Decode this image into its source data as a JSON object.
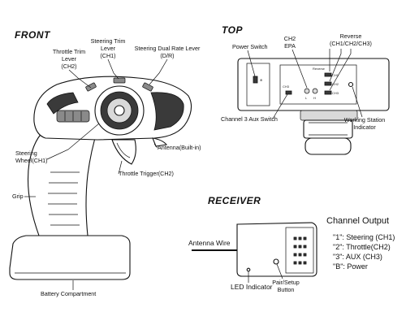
{
  "sections": {
    "front": "FRONT",
    "top": "TOP",
    "receiver": "RECEIVER"
  },
  "front_labels": {
    "throttle_trim_line1": "Throttle Trim",
    "throttle_trim_line2": "Lever",
    "throttle_trim_line3": "(CH2)",
    "steering_trim_line1": "Steering Trim",
    "steering_trim_line2": "Lever",
    "steering_trim_line3": "(CH1)",
    "steering_dual_rate_line1": "Steering Dual Rate Lever",
    "steering_dual_rate_line2": "(D/R)",
    "steering_wheel_line1": "Steering",
    "steering_wheel_line2": "Wheel(CH1)",
    "antenna": "Antenna(Built-in)",
    "throttle_trigger": "Throttle Trigger(CH2)",
    "grip": "Grip",
    "battery_compartment": "Battery Compartment"
  },
  "top_labels": {
    "power_switch": "Power Switch",
    "ch2_epa_line1": "CH2",
    "ch2_epa_line2": "EPA",
    "reverse_line1": "Reverse",
    "reverse_line2": "(CH1/CH2/CH3)",
    "channel3_aux_switch": "Channel 3  Aux Switch",
    "working_station_line1": "Working Station",
    "working_station_line2": "Indicator",
    "panel_reverse": "Reverse",
    "panel_ch1": "CH1",
    "panel_ch2": "CH2",
    "panel_ch3": "CH3",
    "panel_ch3_left": "CH3",
    "panel_l": "L",
    "panel_h": "H"
  },
  "receiver_labels": {
    "antenna_wire": "Antenna Wire",
    "led_indicator": "LED Indicator",
    "pair_setup_line1": "Pair/Setup",
    "pair_setup_line2": "Button"
  },
  "channel_output": {
    "title": "Channel   Output",
    "rows": [
      "\"1\": Steering (CH1)",
      "\"2\": Throttle(CH2)",
      "\"3\": AUX (CH3)",
      "\"B\": Power"
    ]
  }
}
